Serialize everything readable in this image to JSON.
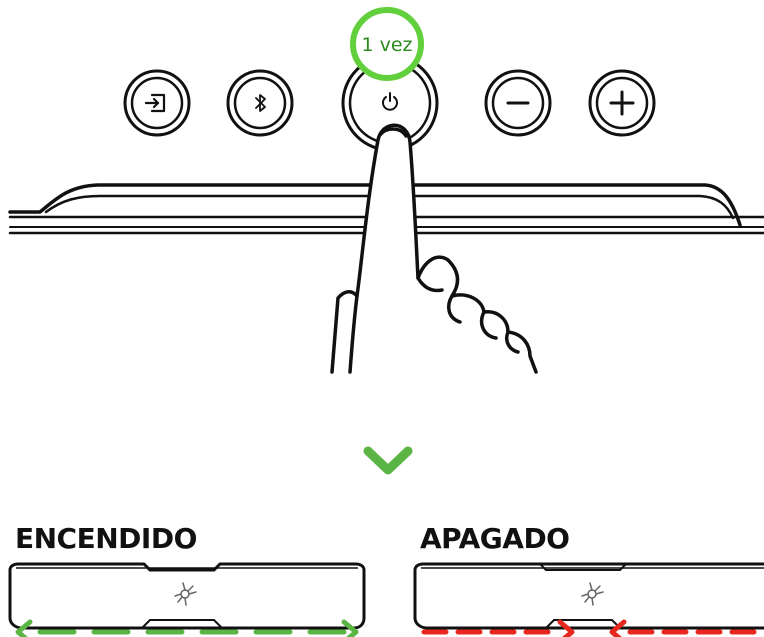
{
  "press_label": "1 vez",
  "states": {
    "on_label": "ENCENDIDO",
    "off_label": "APAGADO"
  },
  "buttons": [
    {
      "icon": "input-icon"
    },
    {
      "icon": "bluetooth-icon"
    },
    {
      "icon": "power-icon"
    },
    {
      "icon": "minus-icon"
    },
    {
      "icon": "plus-icon"
    }
  ],
  "colors": {
    "accent_green": "#5ab545",
    "badge_green": "#62cf3c",
    "off_red": "#e8281e",
    "line": "#111111"
  }
}
